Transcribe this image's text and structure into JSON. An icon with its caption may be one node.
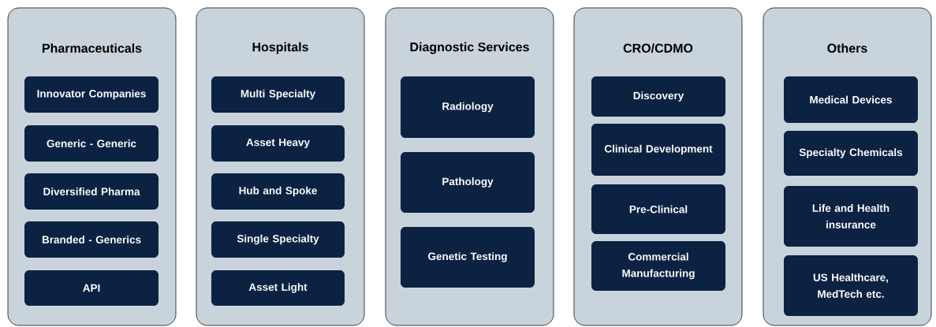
{
  "diagram": {
    "nodes": [
      {
        "text": [
          "Pharmaceuticals"
        ]
      },
      {
        "text": [
          "Innovator Companies"
        ],
        "in": 0
      },
      {
        "text": [
          "Generic - Generic"
        ],
        "in": 0
      },
      {
        "text": [
          "Diversified Pharma"
        ],
        "in": 0
      },
      {
        "text": [
          "Branded - Generics"
        ],
        "in": 0
      },
      {
        "text": [
          "API"
        ],
        "in": 0
      },
      {
        "text": [
          "Hospitals"
        ]
      },
      {
        "text": [
          "Multi Specialty"
        ],
        "in": 6
      },
      {
        "text": [
          "Asset Heavy"
        ],
        "in": 6
      },
      {
        "text": [
          "Hub and Spoke"
        ],
        "in": 6
      },
      {
        "text": [
          "Single Specialty"
        ],
        "in": 6
      },
      {
        "text": [
          "Asset Light"
        ],
        "in": 6
      },
      {
        "text": [
          "Diagnostic Services"
        ]
      },
      {
        "text": [
          "Radiology"
        ],
        "in": 12
      },
      {
        "text": [
          "Pathology"
        ],
        "in": 12
      },
      {
        "text": [
          "Genetic Testing"
        ],
        "in": 12
      },
      {
        "text": [
          "CRO/CDMO"
        ]
      },
      {
        "text": [
          "Discovery"
        ],
        "in": 16
      },
      {
        "text": [
          "Clinical Development"
        ],
        "in": 16
      },
      {
        "text": [
          "Pre-Clinical"
        ],
        "in": 16
      },
      {
        "text": [
          "Commercial Manufacturing"
        ],
        "in": 16
      },
      {
        "text": [
          "Others"
        ]
      },
      {
        "text": [
          "Medical Devices"
        ],
        "in": 21
      },
      {
        "text": [
          "Specialty Chemicals"
        ],
        "in": 21
      },
      {
        "text": [
          "Life and Health insurance"
        ],
        "in": 21
      },
      {
        "text": [
          "US Healthcare, MedTech etc."
        ],
        "in": 21
      }
    ]
  }
}
